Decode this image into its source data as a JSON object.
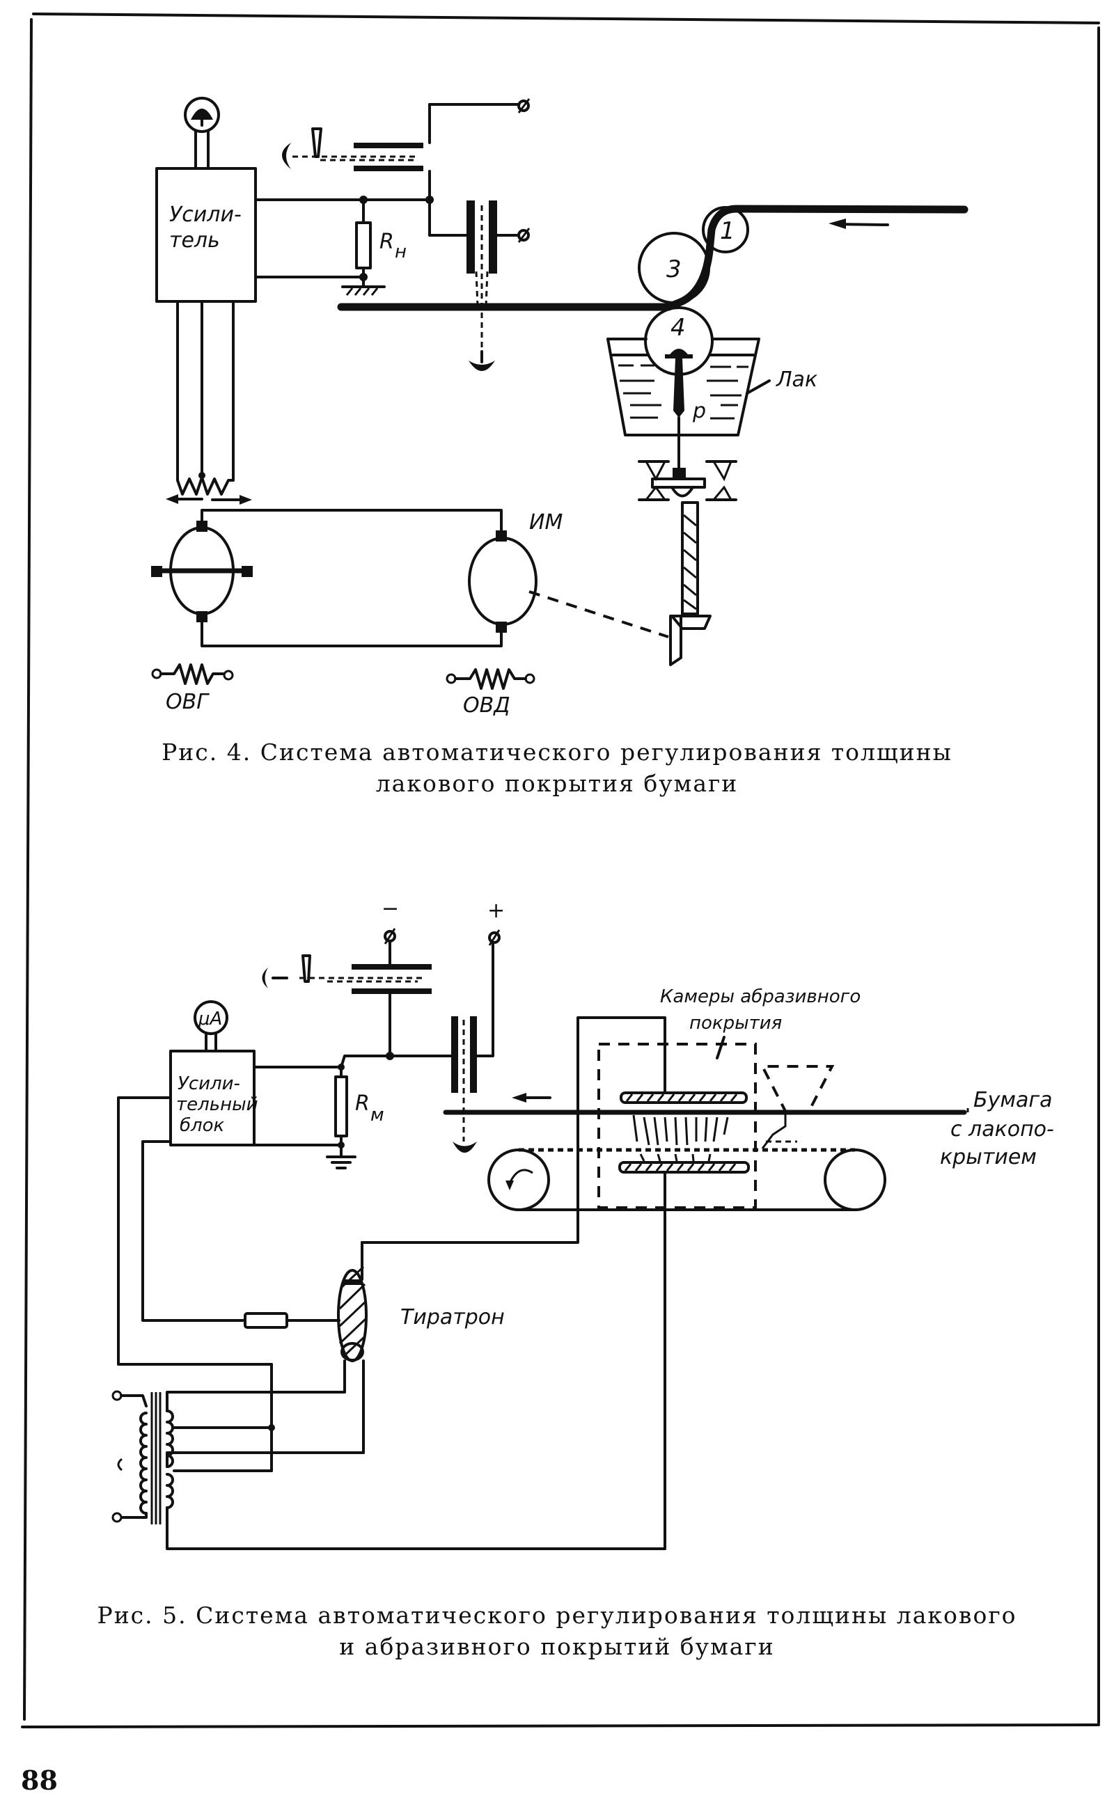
{
  "page_number": "88",
  "figure4": {
    "caption_line1": "Рис. 4. Система автоматического регулирования толщины",
    "caption_line2": "лакового покрытия бумаги",
    "labels": {
      "amplifier_line1": "Усили-",
      "amplifier_line2": "тель",
      "resistor": "R",
      "resistor_sub": "н",
      "roller1": "1",
      "roller3": "3",
      "roller4": "4",
      "lacquer": "Лак",
      "pressure": "р",
      "actuator_motor": "ИМ",
      "generator_field": "ОВГ",
      "motor_field": "ОВД"
    }
  },
  "figure5": {
    "caption_line1": "Рис. 5. Система автоматического регулирования толщины лакового",
    "caption_line2": "и абразивного покрытий бумаги",
    "labels": {
      "meter": "μA",
      "amplifier_line1": "Усили-",
      "amplifier_line2": "тельный",
      "amplifier_line3": "блок",
      "resistor": "R",
      "resistor_sub": "м",
      "minus": "−",
      "plus": "+",
      "chamber_line1": "Камеры абразивного",
      "chamber_line2": "покрытия",
      "paper": "Бумага",
      "coated_line1": "с лакопо-",
      "coated_line2": "крытием",
      "thyratron": "Тиратрон",
      "ac_symbol": "~"
    }
  }
}
